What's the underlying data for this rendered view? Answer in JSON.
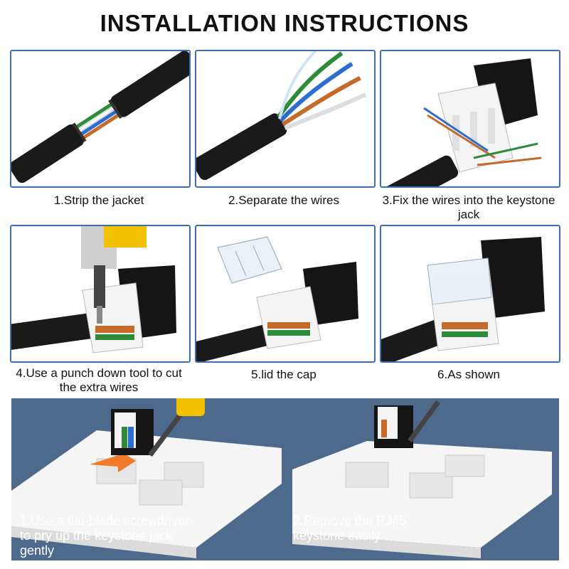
{
  "title": "INSTALLATION INSTRUCTIONS",
  "steps": [
    {
      "label": "1.Strip the jacket"
    },
    {
      "label": "2.Separate the wires"
    },
    {
      "label": "3.Fix the wires into the keystone jack"
    },
    {
      "label": "4.Use a punch down tool to cut the extra wires"
    },
    {
      "label": "5.lid the cap"
    },
    {
      "label": "6.As shown"
    }
  ],
  "removal": [
    {
      "label": "1.Use a flat-blade screwdriver to pry up the keystone jack gently"
    },
    {
      "label": "2.Remove the RJ45 keystone easily"
    }
  ],
  "colors": {
    "panel_border": "#3d6fb0",
    "bottom_background": "#4d6a8c",
    "cable": "#1a1a1a",
    "jack_body": "#151515",
    "arrow": "#f07a2a",
    "tool_handle": "#f2c200"
  }
}
